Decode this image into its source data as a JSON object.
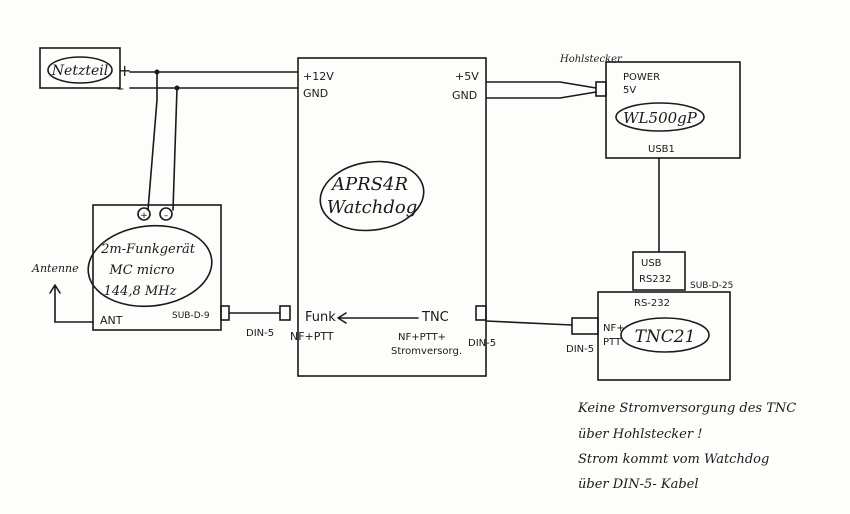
{
  "ink": "#1a1a1a",
  "paper": "#fdfdfb",
  "power_supply": {
    "label": "Netzteil",
    "plus": "+",
    "minus": "–"
  },
  "watchdog": {
    "title_line1": "APRS4R",
    "title_line2": "Watchdog",
    "pin_12v": "+12V",
    "pin_gnd_left": "GND",
    "pin_5v": "+5V",
    "pin_gnd_right": "GND",
    "funk_label": "Funk",
    "nf_ptt_left": "NF+PTT",
    "tnc_label": "TNC",
    "nf_ptt_right_line1": "NF+PTT+",
    "nf_ptt_right_line2": "Stromversorg."
  },
  "radio": {
    "line1": "2m-Funkgerät",
    "line2": "MC micro",
    "line3": "144,8 MHz",
    "ant_label": "ANT",
    "connector": "SUB-D-9",
    "plus": "+",
    "minus": "–"
  },
  "antenna": {
    "label": "Antenne"
  },
  "router": {
    "connector_label": "Hohlstecker",
    "power_label": "POWER",
    "voltage_label": "5V",
    "name": "WL500gP",
    "usb_port": "USB1"
  },
  "adapter": {
    "usb_label": "USB",
    "rs232_label": "RS232",
    "connector": "SUB-D-25"
  },
  "tnc": {
    "rs232_label": "RS-232",
    "nf_label": "NF+",
    "ptt_label": "PTT",
    "name": "TNC21"
  },
  "cables": {
    "din5_left": "DIN-5",
    "din5_mid": "DIN-5",
    "din5_right": "DIN-5"
  },
  "note": {
    "line1": "Keine Stromversorgung des TNC",
    "line2": "über Hohlstecker !",
    "line3": "Strom kommt vom Watchdog",
    "line4": "über DIN-5- Kabel"
  }
}
